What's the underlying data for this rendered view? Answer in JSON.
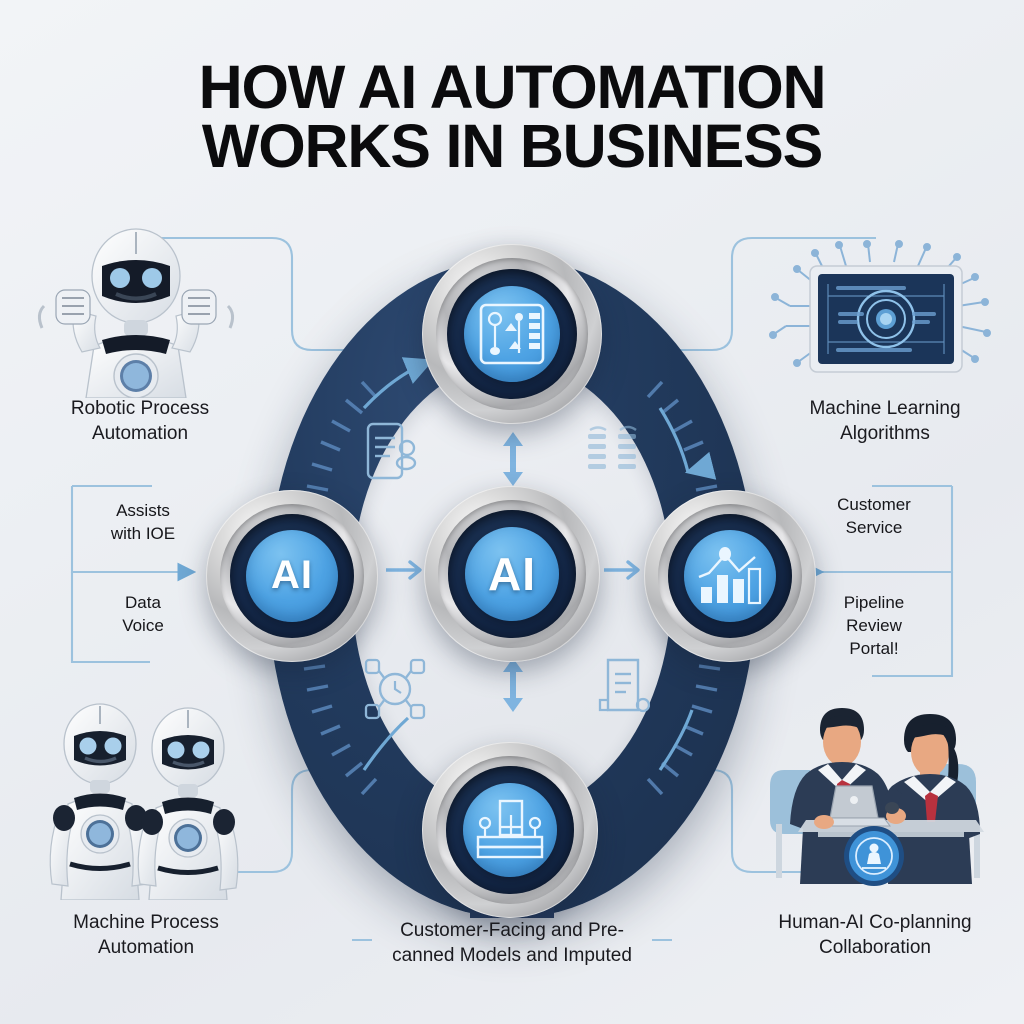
{
  "title": "HOW AI AUTOMATION\nWORKS IN BUSINESS",
  "colors": {
    "accent_blue": "#4ea3e4",
    "deep_navy": "#223b5e",
    "line_blue": "#7badd8",
    "text_dark": "#16161a",
    "background": "#eceff3"
  },
  "hub": {
    "nodes": [
      {
        "id": "top",
        "icon": "dashboard-flowchart-icon",
        "label": ""
      },
      {
        "id": "left",
        "icon": "ai-text-icon",
        "label": "AI"
      },
      {
        "id": "center",
        "icon": "ai-text-icon",
        "label": "AI"
      },
      {
        "id": "right",
        "icon": "bar-chart-growth-icon",
        "label": ""
      },
      {
        "id": "bottom",
        "icon": "server-podium-icon",
        "label": ""
      }
    ],
    "decor_icons": [
      "document-gear-icon",
      "vertical-double-arrow-icon",
      "online-label-icon",
      "network-clock-hub-icon",
      "vertical-double-arrow-icon",
      "invoice-document-icon"
    ],
    "arrows": [
      "arrow-right-icon",
      "arrow-right-icon"
    ]
  },
  "quadrants": {
    "top_left": {
      "illustration": "humanoid-robot-waving",
      "caption": "Robotic Process\nAutomation"
    },
    "top_right": {
      "illustration": "ai-chip-circuit-tablet",
      "caption": "Machine Learning\nAlgorithms"
    },
    "bottom_left": {
      "illustration": "twin-humanoid-robots",
      "caption": "Machine Process\nAutomation"
    },
    "bottom_right": {
      "illustration": "two-business-people-laptop",
      "caption": "Human-AI Co-planning\nCollaboration"
    },
    "bottom_center": {
      "caption": "Customer-Facing and Pre-\ncanned Models and Imputed"
    }
  },
  "side_labels": {
    "left_upper": "Assists\nwith IOE",
    "left_lower": "Data\nVoice",
    "right_upper": "Customer\nService",
    "right_lower": "Pipeline\nReview\nPortal!"
  }
}
